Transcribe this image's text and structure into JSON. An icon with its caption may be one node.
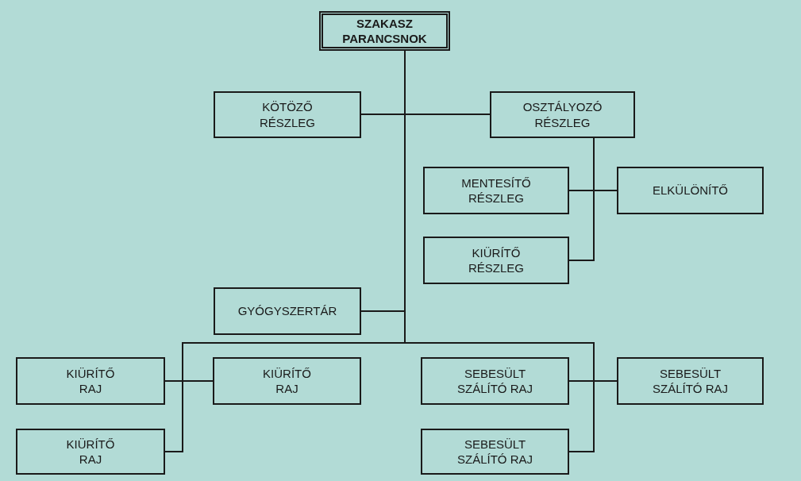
{
  "diagram": {
    "nodes": [
      {
        "text": [
          "SZAKASZ PARANCSNOK"
        ]
      },
      {
        "text": [
          "KÖTÖZŐ RÉSZLEG"
        ]
      },
      {
        "text": [
          "OSZTÁLYOZÓ RÉSZLEG"
        ]
      },
      {
        "text": [
          "MENTESÍTŐ RÉSZLEG"
        ]
      },
      {
        "text": [
          "ELKÜLÖNÍTŐ"
        ]
      },
      {
        "text": [
          "KIÜRÍTŐ RÉSZLEG"
        ]
      },
      {
        "text": [
          "GYÓGYSZERTÁR"
        ]
      },
      {
        "text": [
          "KIÜRÍTŐ RAJ"
        ]
      },
      {
        "text": [
          "KIÜRÍTŐ RAJ"
        ]
      },
      {
        "text": [
          "SEBESÜLT SZÁLÍTÓ RAJ"
        ]
      },
      {
        "text": [
          "SEBESÜLT SZÁLÍTÓ RAJ"
        ]
      },
      {
        "text": [
          "KIÜRÍTŐ RAJ"
        ]
      },
      {
        "text": [
          "SEBESÜLT SZÁLÍTÓ RAJ"
        ]
      }
    ],
    "edges": [
      {
        "from": 0,
        "to": 1,
        "arrow": "none"
      },
      {
        "from": 0,
        "to": 2,
        "arrow": "none"
      },
      {
        "from": 2,
        "to": 3,
        "arrow": "none"
      },
      {
        "from": 2,
        "to": 4,
        "arrow": "none"
      },
      {
        "from": 2,
        "to": 5,
        "arrow": "none"
      },
      {
        "from": 0,
        "to": 6,
        "arrow": "none"
      },
      {
        "from": 0,
        "to": 7,
        "arrow": "none"
      },
      {
        "from": 0,
        "to": 8,
        "arrow": "none"
      },
      {
        "from": 0,
        "to": 11,
        "arrow": "none"
      },
      {
        "from": 0,
        "to": 9,
        "arrow": "none"
      },
      {
        "from": 0,
        "to": 10,
        "arrow": "none"
      },
      {
        "from": 0,
        "to": 12,
        "arrow": "none"
      }
    ]
  }
}
